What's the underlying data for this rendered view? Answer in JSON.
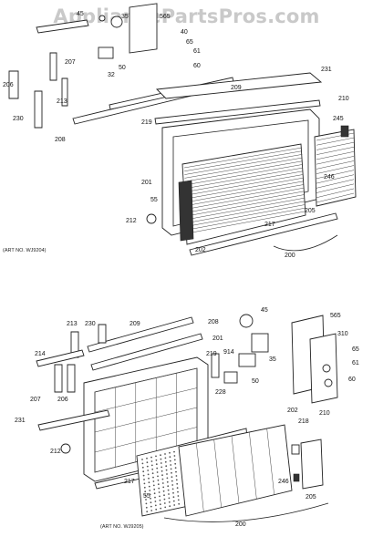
{
  "watermark": "AppliancePartsPros.com",
  "top_diagram": {
    "art_no": "(ART NO. WJ9204)",
    "labels": [
      "45",
      "35",
      "565",
      "40",
      "65",
      "61",
      "50",
      "60",
      "207",
      "32",
      "231",
      "206",
      "213",
      "209",
      "210",
      "230",
      "245",
      "219",
      "208",
      "201",
      "246",
      "55",
      "212",
      "205",
      "217",
      "202",
      "200"
    ]
  },
  "bottom_diagram": {
    "art_no": "(ART NO. WJ9205)",
    "labels": [
      "213",
      "230",
      "209",
      "208",
      "214",
      "219",
      "201",
      "45",
      "565",
      "914",
      "310",
      "35",
      "65",
      "50",
      "61",
      "207",
      "206",
      "228",
      "60",
      "231",
      "202",
      "218",
      "210",
      "212",
      "217",
      "55",
      "246",
      "205",
      "200"
    ]
  }
}
